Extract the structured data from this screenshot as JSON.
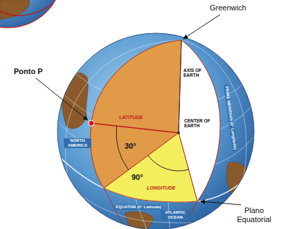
{
  "diagram": {
    "labels": [
      "Greenwich",
      "Ponto P",
      "30°",
      "90°",
      "Plano Equatorial",
      "AXIS OF EARTH",
      "CENTER OF EARTH",
      "LATITUDE",
      "LONGITUDE",
      "EQUATOR (0° Latitude)",
      "PRIME MERIDIAN (0° Longitude)",
      "NORTH AMERICA",
      "ATLANTIC OCEAN"
    ]
  }
}
